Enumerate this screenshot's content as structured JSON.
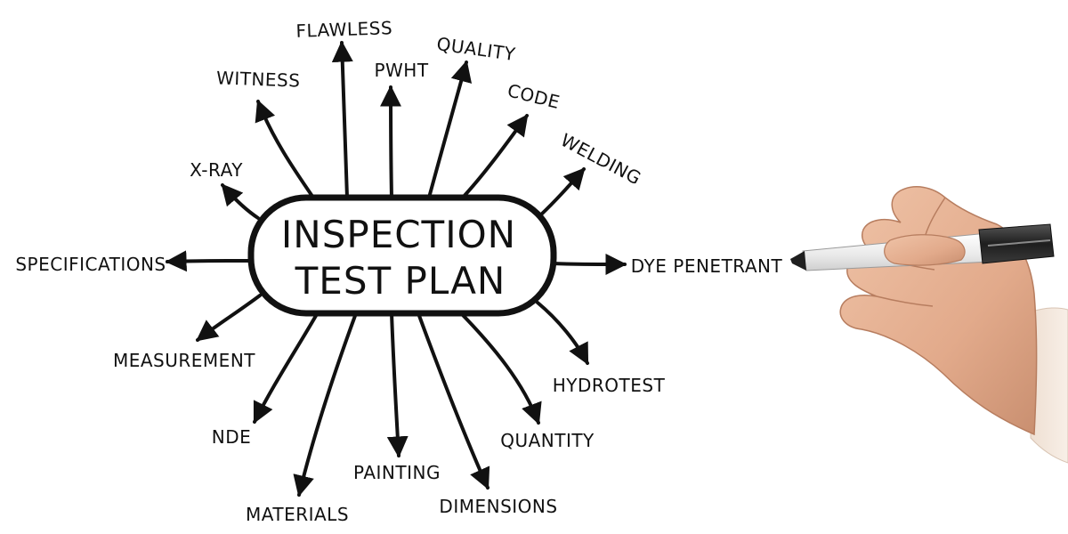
{
  "diagram": {
    "type": "mind-map",
    "center": {
      "line1": "INSPECTION",
      "line2": "TEST PLAN"
    },
    "nodes": [
      {
        "id": "flawless",
        "label": "FLAWLESS"
      },
      {
        "id": "quality",
        "label": "QUALITY"
      },
      {
        "id": "pwht",
        "label": "PWHT"
      },
      {
        "id": "witness",
        "label": "WITNESS"
      },
      {
        "id": "code",
        "label": "CODE"
      },
      {
        "id": "welding",
        "label": "WELDING"
      },
      {
        "id": "x-ray",
        "label": "X-RAY"
      },
      {
        "id": "specifications",
        "label": "SPECIFICATIONS"
      },
      {
        "id": "dye-penetrant",
        "label": "DYE PENETRANT"
      },
      {
        "id": "measurement",
        "label": "MEASUREMENT"
      },
      {
        "id": "hydrotest",
        "label": "HYDROTEST"
      },
      {
        "id": "nde",
        "label": "NDE"
      },
      {
        "id": "quantity",
        "label": "QUANTITY"
      },
      {
        "id": "painting",
        "label": "PAINTING"
      },
      {
        "id": "dimensions",
        "label": "DIMENSIONS"
      },
      {
        "id": "materials",
        "label": "MATERIALS"
      }
    ]
  },
  "colors": {
    "ink": "#111111",
    "background": "#ffffff",
    "skin": "#e8b79a",
    "marker_body": "#f2f2f2",
    "marker_cap": "#2b2b2b",
    "sleeve": "#f3e6db"
  },
  "illustration": {
    "hand": "hand-holding-marker"
  }
}
